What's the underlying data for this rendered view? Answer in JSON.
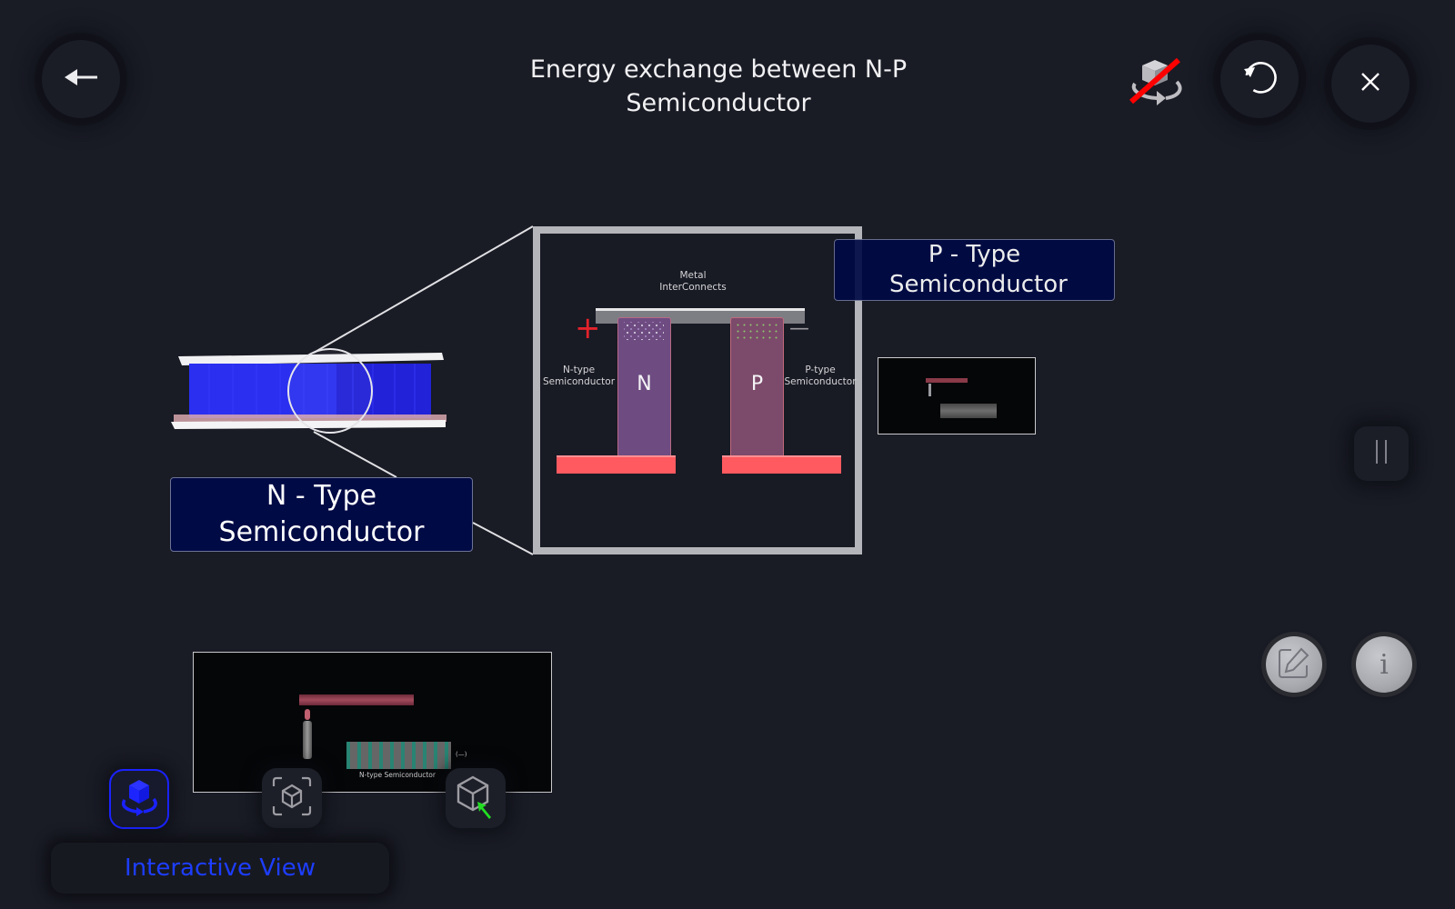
{
  "header": {
    "title": "Energy exchange between N-P Semiconductor",
    "back_icon": "arrow-left-icon",
    "rotate_disabled_icon": "rotate-3d-off-icon",
    "reset_icon": "reset-icon",
    "close_icon": "close-icon"
  },
  "scene": {
    "n_label": "N - Type Semiconductor",
    "p_label": "P - Type Semiconductor",
    "detail": {
      "metal_label_line1": "Metal",
      "metal_label_line2": "InterConnects",
      "n_side_line1": "N-type",
      "n_side_line2": "Semiconductor",
      "p_side_line1": "P-type",
      "p_side_line2": "Semiconductor",
      "n_letter": "N",
      "p_letter": "P",
      "plus_sign": "+",
      "minus_sign": "—"
    },
    "thumb_large_caption": "N-type Semiconductor",
    "thumb_large_charge": "(—)"
  },
  "controls": {
    "pause_icon": "pause-icon",
    "edit_icon": "edit-icon",
    "info_icon": "info-icon",
    "info_glyph": "i"
  },
  "view_modes": {
    "active": "Interactive View",
    "items": [
      {
        "name": "interactive",
        "icon": "rotate-3d-icon",
        "active": true
      },
      {
        "name": "ar",
        "icon": "ar-cube-icon",
        "active": false
      },
      {
        "name": "3d",
        "icon": "cube-icon",
        "active": false
      }
    ]
  },
  "colors": {
    "background": "#191b25",
    "accent": "#1a22ff",
    "label_box": "#000a45",
    "electrode": "#ff5a5f",
    "n_block": "#6e4c82",
    "p_block": "#7c4a6a",
    "disabled_slash": "#ff0000",
    "cursor": "#22dd22"
  }
}
